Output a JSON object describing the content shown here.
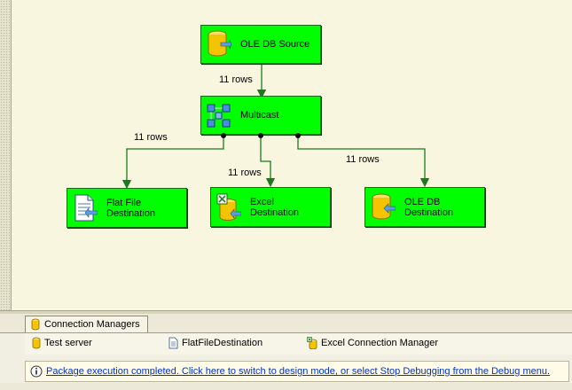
{
  "canvas": {
    "tasks": {
      "ole_db_source": "OLE DB Source",
      "multicast": "Multicast",
      "flat_file_destination": "Flat File\nDestination",
      "excel_destination": "Excel\nDestination",
      "ole_db_destination": "OLE DB\nDestination"
    },
    "row_labels": {
      "source_to_multicast": "11 rows",
      "to_flat_file": "11 rows",
      "to_excel": "11 rows",
      "to_ole_db": "11 rows"
    },
    "colors": {
      "task_fill": "#00ff00",
      "connector": "#1b7a1b"
    }
  },
  "connection_managers": {
    "tab_label": "Connection Managers",
    "items": [
      "Test server",
      "FlatFileDestination",
      "Excel Connection Manager"
    ]
  },
  "status": {
    "message": "Package execution completed. Click here to switch to design mode, or select Stop Debugging from the Debug menu."
  }
}
